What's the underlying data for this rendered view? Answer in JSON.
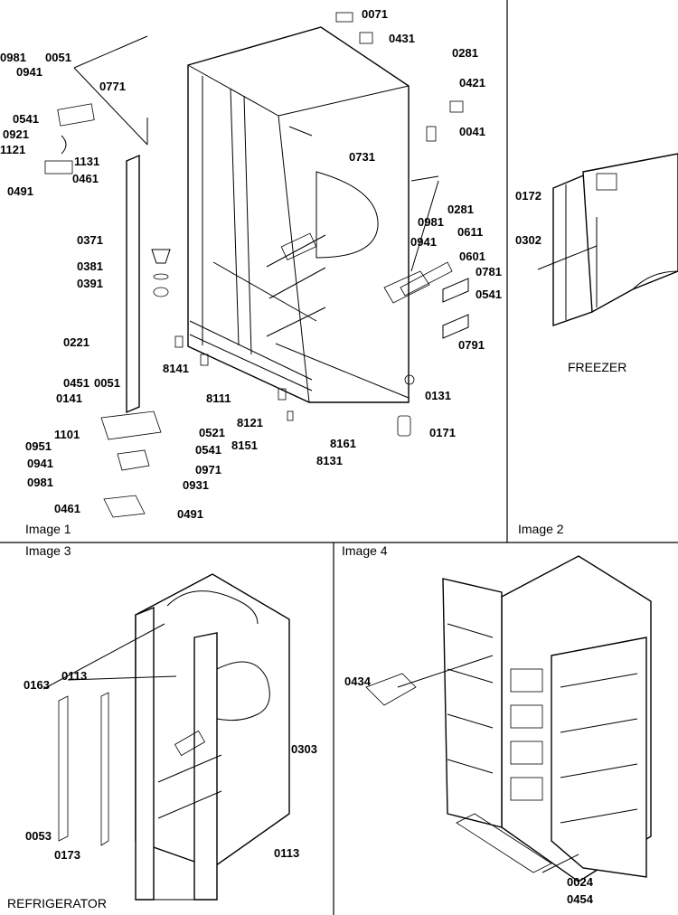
{
  "panels": [
    {
      "id": "image1",
      "caption": "Image 1"
    },
    {
      "id": "image2",
      "caption": "Image 2",
      "title": "FREEZER"
    },
    {
      "id": "image3",
      "caption": "Image 3",
      "title": "REFRIGERATOR"
    },
    {
      "id": "image4",
      "caption": "Image 4"
    }
  ],
  "callouts": {
    "image1": [
      "0071",
      "0431",
      "0281",
      "0421",
      "0041",
      "0281",
      "0981",
      "0051",
      "0941",
      "0771",
      "0541",
      "0921",
      "1121",
      "1131",
      "0461",
      "0491",
      "0731",
      "0371",
      "0381",
      "0391",
      "0981",
      "0941",
      "0611",
      "0601",
      "0781",
      "0541",
      "0791",
      "0221",
      "8141",
      "8111",
      "0131",
      "0451",
      "0051",
      "0141",
      "1101",
      "0521",
      "0541",
      "8121",
      "8151",
      "8161",
      "8131",
      "0171",
      "0951",
      "0941",
      "0971",
      "0981",
      "0931",
      "0461",
      "0491"
    ],
    "image2": [
      "0172",
      "0302"
    ],
    "image3": [
      "0163",
      "0113",
      "0303",
      "0053",
      "0173",
      "0113"
    ],
    "image4": [
      "0434",
      "0024",
      "0454"
    ]
  }
}
